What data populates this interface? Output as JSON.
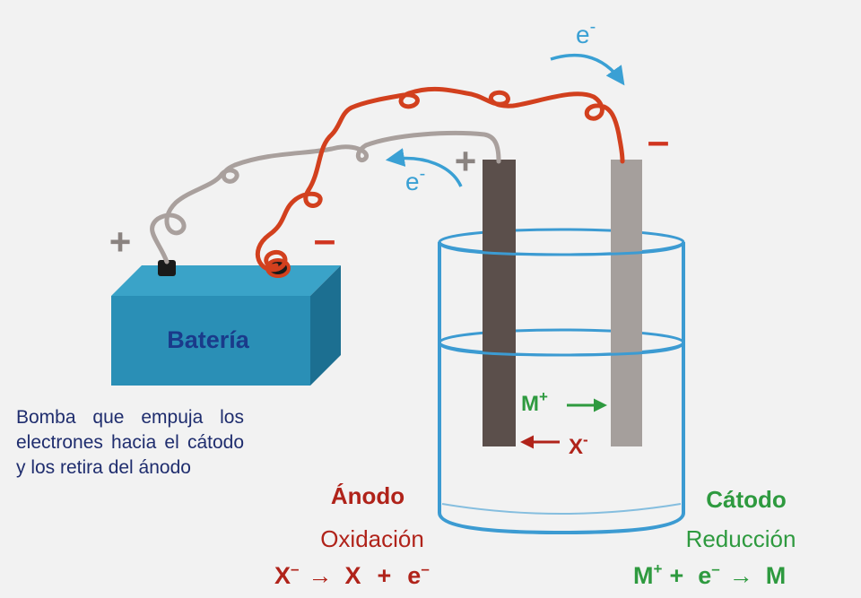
{
  "battery": {
    "label": "Batería",
    "plus_sign": "+",
    "minus_sign": "–",
    "description": "Bomba que empuja los electrones hacia el cátodo y los retira del ánodo"
  },
  "electrodes": {
    "anode_sign": "+",
    "cathode_sign": "–"
  },
  "electron_flow": {
    "top_symbol": "e",
    "top_charge": "-",
    "left_symbol": "e",
    "left_charge": "-"
  },
  "ions": {
    "cation": "M",
    "cation_charge": "+",
    "anion": "X",
    "anion_charge": "-"
  },
  "anode": {
    "title": "Ánodo",
    "process": "Oxidación",
    "eq_reactant": "X",
    "eq_reactant_charge": "–",
    "eq_arrow": "→",
    "eq_product": "X",
    "eq_plus": "+",
    "eq_electron": "e",
    "eq_electron_charge": "–"
  },
  "cathode": {
    "title": "Cátodo",
    "process": "Reducción",
    "eq_reactant": "M",
    "eq_reactant_charge": "+",
    "eq_plus": "+",
    "eq_electron": "e",
    "eq_electron_charge": "–",
    "eq_arrow": "→",
    "eq_product": "M"
  },
  "colors": {
    "background": "#f2f2f2",
    "battery_front": "#2a8fb6",
    "battery_top": "#3aa3c8",
    "battery_side": "#1c6f91",
    "battery_label": "#1a3a8a",
    "grey_wire": "#a9a09d",
    "red_wire": "#d2401e",
    "anode_rod": "#5b4f4b",
    "cathode_rod": "#a59f9c",
    "beaker": "#3c9bd2",
    "electron_arrow": "#3aa0d4",
    "anode_text": "#b0231a",
    "cathode_text": "#2e9a3f",
    "note_text": "#1f2d6e",
    "sign_grey": "#8a8380",
    "sign_red": "#d0341f"
  }
}
